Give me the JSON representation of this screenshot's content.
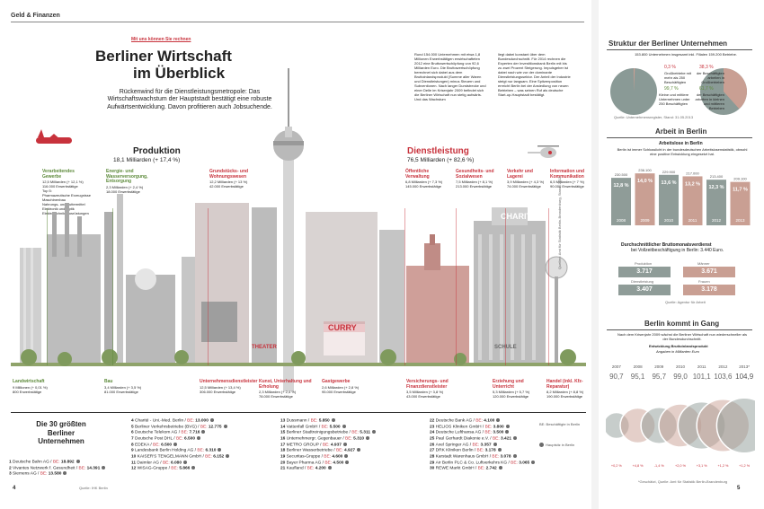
{
  "header": {
    "section": "Geld & Finanzen"
  },
  "hero": {
    "kicker": "Mit uns können Sie rechnen",
    "title_line1": "Berliner Wirtschaft",
    "title_line2": "im Überblick",
    "subtitle": "Rückenwind für die Dienstleistungsmetropole: Das Wirtschaftswachstum der Hauptstadt bestätigt eine robuste Aufwärtsentwicklung. Davon profitieren auch Jobsuchende.",
    "intro_col1": "Rund 154.000 Unternehmen mit etwa 1,8 Millionen Erwerbstätigen erwirtschafteten 2012 eine Bruttowertschöpfung von 92,6 Milliarden Euro. Die Bruttowertschöpfung berechnet sich dabei aus dem Bruttoinlandsprodukt (Summe aller Waren und Dienstleistungen) minus Steuern und Subventionen. Nach langer Durststrecke und einer Delle im Krisenjahr 2009 befindet sich die Berliner Wirtschaft nun stetig aufwärts. Und das Wachstum",
    "intro_col2": "liegt dabei konstant über dem Bundesdurchschnitt. Für 2014 rechnen die Experten der Investitionsbank Berlin mit bis zu zwei Prozent Steigerung. Impulsgeber ist dabei nach wie vor der dominante Dienstleistungssektor. Der Anteil der Industrie steigt nur langsam. Eine Spitzenposition erreicht Berlin bei der Ansiedlung von neuen Betrieben – was seinen Ruf als deutsche Start-up-Hauptstadt bestätigt."
  },
  "production": {
    "title": "Produktion",
    "subtitle": "18,1 Milliarden (+ 17,4 %)",
    "sectors": [
      {
        "name": "Verarbeitendes Gewerbe",
        "detail": "12,5 Milliarden (+ 12,1 %)\n116.000 Erwerbstätige\nTop 5:\nPharmazeutische Erzeugnisse\nMaschinenbau\nNahrungs- und Futtermittel\nElektronik und Optik\nElektrotechnik, Ausrüstungen"
      },
      {
        "name": "Energie- und Wasserversorgung, Entsorgung",
        "detail": "2,3 Milliarden (+ 2,4 %)\n18.000 Erwerbstätige"
      },
      {
        "name": "Grundstücks- und Wohnungswesen",
        "detail": "12,2 Milliarden (+ 13 %)\n42.000 Erwerbstätige"
      },
      {
        "name": "Landwirtschaft",
        "detail": "9 Millionen (+ 0,01 %)\n800 Erwerbstätige"
      },
      {
        "name": "Bau",
        "detail": "3,4 Milliarden (+ 3,5 %)\n81.000 Erwerbstätige"
      },
      {
        "name": "Unternehmensdienstleister",
        "detail": "12,5 Milliarden (+ 13,4 %)\n306.000 Erwerbstätige"
      },
      {
        "name": "Kunst, Unterhaltung und Erholung",
        "detail": "2,3 Milliarden (+ 2,4 %)\n78.000 Erwerbstätige"
      },
      {
        "name": "Gastgewerbe",
        "detail": "2,6 Milliarden (+ 2,8 %)\n95.000 Erwerbstätige"
      }
    ]
  },
  "services": {
    "title": "Dienstleistung",
    "subtitle": "76,5 Milliarden (+ 82,6 %)",
    "sectors": [
      {
        "name": "Öffentliche Verwaltung",
        "detail": "6,8 Milliarden (+ 7,3 %)\n145.000 Erwerbstätige"
      },
      {
        "name": "Gesundheits- und Sozialwesen",
        "detail": "7,5 Milliarden (+ 8,1 %)\n213.000 Erwerbstätige"
      },
      {
        "name": "Verkehr und Lagerei",
        "detail": "3,9 Milliarden (+ 4,3 %)\n74.000 Erwerbstätige"
      },
      {
        "name": "Information und Kommunikation",
        "detail": "6,5 Milliarden (+ 7 %)\n90.000 Erwerbstätige"
      },
      {
        "name": "Versicherungs- und Finanzdienstleister",
        "detail": "3,5 Milliarden (+ 3,8 %)\n43.000 Erwerbstätige"
      },
      {
        "name": "Erziehung und Unterricht",
        "detail": "5,3 Milliarden (+ 5,7 %)\n120.000 Erwerbstätige"
      },
      {
        "name": "Handel (inkl. Kfz-Reparatur)",
        "detail": "8,2 Milliarden (+ 8,8 %)\n190.000 Erwerbstätige"
      }
    ]
  },
  "scene_signs": {
    "curry": "CURRY",
    "charite": "CHARITÉ",
    "theater": "THEATER",
    "schule": "SCHULE"
  },
  "side_caption": "Quellen: Amt für Statistik Berlin-Brandenburg, Stand: 2012",
  "top30": {
    "title": "Die 30 größten Berliner Unternehmen",
    "source": "Quelle: IHK Berlin",
    "legend": "BE: Beschäftigte in Berlin",
    "legend2": "Hauptsitz in Berlin",
    "companies": [
      {
        "rank": "1",
        "name": "Deutsche Bahn AG",
        "bez": "BE:",
        "count": "18.892"
      },
      {
        "rank": "2",
        "name": "Vivantes Netzwerk f. Gesundheit",
        "bez": "BE:",
        "count": "14.391"
      },
      {
        "rank": "3",
        "name": "Siemens AG",
        "bez": "BE:",
        "count": "13.580"
      },
      {
        "rank": "4",
        "name": "Charité - Uni.-Med. Berlin",
        "bez": "BE:",
        "count": "13.000"
      },
      {
        "rank": "5",
        "name": "Berliner Verkehrsbetriebe (BVG)",
        "bez": "BE:",
        "count": "12.775"
      },
      {
        "rank": "6",
        "name": "Deutsche Telekom AG",
        "bez": "BE:",
        "count": "7.716"
      },
      {
        "rank": "7",
        "name": "Deutsche Post DHL",
        "bez": "BE:",
        "count": "6.500"
      },
      {
        "rank": "8",
        "name": "EDEKA",
        "bez": "BE:",
        "count": "6.500"
      },
      {
        "rank": "9",
        "name": "Landesbank Berlin Holding AG",
        "bez": "BE:",
        "count": "6.310"
      },
      {
        "rank": "10",
        "name": "KAISER'S TENGELMANN GmbH",
        "bez": "BE:",
        "count": "6.152"
      },
      {
        "rank": "11",
        "name": "Daimler AG",
        "bez": "BE:",
        "count": "6.080"
      },
      {
        "rank": "12",
        "name": "WISAG-Gruppe",
        "bez": "BE:",
        "count": "5.866"
      },
      {
        "rank": "13",
        "name": "Dussmann",
        "bez": "BE:",
        "count": "5.850"
      },
      {
        "rank": "14",
        "name": "Vattenfall GmbH",
        "bez": "BE:",
        "count": "5.500"
      },
      {
        "rank": "15",
        "name": "Berliner Stadtreinigungsbetriebe",
        "bez": "BE:",
        "count": "5.311"
      },
      {
        "rank": "16",
        "name": "Unternehmergr. Gegenbauer",
        "bez": "BE:",
        "count": "5.310"
      },
      {
        "rank": "17",
        "name": "METRO GROUP",
        "bez": "BE:",
        "count": "4.937"
      },
      {
        "rank": "18",
        "name": "Berliner Wasserbetriebe",
        "bez": "BE:",
        "count": "4.927"
      },
      {
        "rank": "19",
        "name": "Securitas-Gruppe",
        "bez": "BE:",
        "count": "4.600"
      },
      {
        "rank": "20",
        "name": "Bayer Pharma AG",
        "bez": "BE:",
        "count": "4.500"
      },
      {
        "rank": "21",
        "name": "Kaufland",
        "bez": "BE:",
        "count": "4.200"
      },
      {
        "rank": "22",
        "name": "Deutsche Bank AG",
        "bez": "BE:",
        "count": "4.100"
      },
      {
        "rank": "23",
        "name": "HELIOS Kliniken GmbH",
        "bez": "BE:",
        "count": "3.800"
      },
      {
        "rank": "24",
        "name": "Deutsche Lufthansa AG",
        "bez": "BE:",
        "count": "3.500"
      },
      {
        "rank": "25",
        "name": "Paul Gerhardt Diakonie e.V.",
        "bez": "BE:",
        "count": "3.421"
      },
      {
        "rank": "26",
        "name": "Axel Springer AG",
        "bez": "BE:",
        "count": "3.357"
      },
      {
        "rank": "27",
        "name": "DRK Kliniken Berlin",
        "bez": "BE:",
        "count": "3.178"
      },
      {
        "rank": "28",
        "name": "Karstadt Warenhaus GmbH",
        "bez": "BE:",
        "count": "3.078"
      },
      {
        "rank": "29",
        "name": "Air Berlin PLC & Co. Luftverkehrs KG",
        "bez": "BE:",
        "count": "3.065"
      },
      {
        "rank": "30",
        "name": "REWE Markt GmbH",
        "bez": "BE:",
        "count": "2.742"
      }
    ]
  },
  "page_numbers": {
    "left": "4",
    "right": "5"
  },
  "structure": {
    "title": "Struktur der Berliner Unternehmen",
    "subtitle": "153.800 Unternehmen insgesamt inkl. Filialen 159.200 Betriebe.",
    "left_pie": {
      "pct_small": "0,3 %",
      "label_small": "Großbetriebe mit mehr als 250 Beschäftigten",
      "pct_big": "99,7 %",
      "label_big": "Kleine und mittlere Unternehmen unter 250 Beschäftigten"
    },
    "right_pie": {
      "pct_small": "38,3 %",
      "label_small": "der Beschäftigten arbeiten in Großbetrieben",
      "pct_big": "61,7 %",
      "label_big": "der Beschäftigten arbeiten in kleinen und mittleren Betrieben"
    },
    "source": "Quelle: Unternehmensregister, Stand: 31.05.2013",
    "chart_data": [
      {
        "type": "pie",
        "categories": [
          "Großbetriebe",
          "Kleine und mittlere Unternehmen"
        ],
        "values": [
          0.3,
          99.7
        ]
      },
      {
        "type": "pie",
        "categories": [
          "Großbetriebe",
          "Kleine und mittlere Betriebe"
        ],
        "values": [
          38.3,
          61.7
        ]
      }
    ]
  },
  "work": {
    "title": "Arbeit in Berlin",
    "sub_title": "Arbeitslose in Berlin",
    "sub_text": "Berlin ist immer Schlusslicht in der bundesdeutschen Arbeitslosenstatistik, obwohl eine positive Entwicklung eingesetzt hat.",
    "chart_data": {
      "type": "bar",
      "categories": [
        "2008",
        "2009",
        "2010",
        "2011",
        "2012",
        "2013"
      ],
      "counts": [
        "230.500",
        "236.100",
        "229.900",
        "217.000",
        "213.400",
        "209.100"
      ],
      "rates": [
        "12,8 %",
        "14,0 %",
        "13,6 %",
        "13,2 %",
        "12,3 %",
        "11,7 %"
      ],
      "values": [
        12.8,
        14.0,
        13.6,
        13.2,
        12.3,
        11.7
      ]
    },
    "income_title": "Durchschnittlicher Bruttomonatsverdienst",
    "income_text": "bei Vollzeitbeschäftigung in Berlin: 3.440 Euro.",
    "income": [
      {
        "label": "Produktion",
        "value": "3.717"
      },
      {
        "label": "Männer",
        "value": "3.671"
      },
      {
        "label": "Dienstleistung",
        "value": "3.407"
      },
      {
        "label": "Frauen",
        "value": "3.178"
      }
    ],
    "income_source": "Quelle: Agentur für Arbeit"
  },
  "growth": {
    "title": "Berlin kommt in Gang",
    "text": "Nach dem Krisenjahr 2009 wächst die Berliner Wirtschaft nun wiederschneller als der Bundesdurchschnitt.",
    "chart_title": "Entwicklung Bruttoinlandsprodukt",
    "chart_sub": "Angaben in Milliarden Euro",
    "chart_data": {
      "type": "line",
      "x": [
        "2007",
        "2008",
        "2009",
        "2010",
        "2011",
        "2012",
        "2013"
      ],
      "y": [
        90.7,
        95.1,
        95.7,
        99.0,
        101.1,
        103.6,
        104.9
      ],
      "labels": [
        "90,7",
        "95,1",
        "95,7",
        "99,0",
        "101,1",
        "103,6",
        "104,9"
      ],
      "growth": [
        "+0,2 %",
        "+4,8 %",
        "-1,4 %",
        "+2,0 %",
        "+3,1 %",
        "+1,2 %",
        "+1,2 %"
      ],
      "last_year_mark": "2013*"
    },
    "footnote": "*Geschätzt, Quelle: Amt für Statistik Berlin-Brandenburg"
  }
}
